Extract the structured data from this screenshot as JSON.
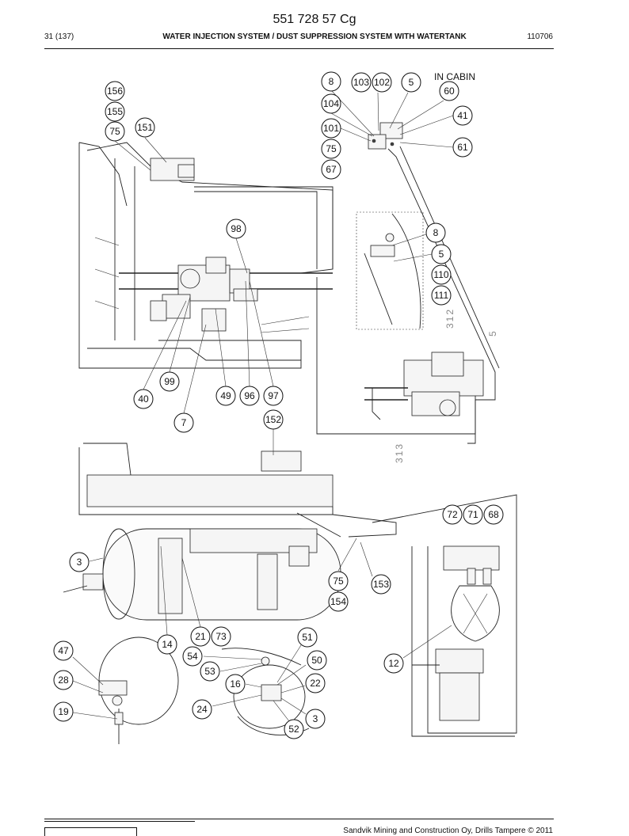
{
  "header": {
    "doc_number": "551 728 57 Cg",
    "page": "31 (137)",
    "title": "WATER INJECTION SYSTEM / DUST SUPPRESSION SYSTEM WITH WATERTANK",
    "date_code": "110706"
  },
  "footer": {
    "copyright": "Sandvik Mining and Construction Oy, Drills Tampere © 2011"
  },
  "diagram": {
    "note_label": "IN CABIN",
    "rotated_labels": [
      "312",
      "5",
      "313"
    ],
    "callouts": [
      "156",
      "155",
      "75",
      "151",
      "8",
      "103",
      "102",
      "5",
      "60",
      "104",
      "41",
      "101",
      "61",
      "75",
      "67",
      "98",
      "8",
      "5",
      "110",
      "111",
      "99",
      "40",
      "49",
      "96",
      "97",
      "7",
      "152",
      "72",
      "71",
      "68",
      "3",
      "75",
      "153",
      "154",
      "14",
      "21",
      "73",
      "51",
      "47",
      "54",
      "50",
      "53",
      "12",
      "28",
      "16",
      "22",
      "24",
      "19",
      "3",
      "52"
    ]
  }
}
